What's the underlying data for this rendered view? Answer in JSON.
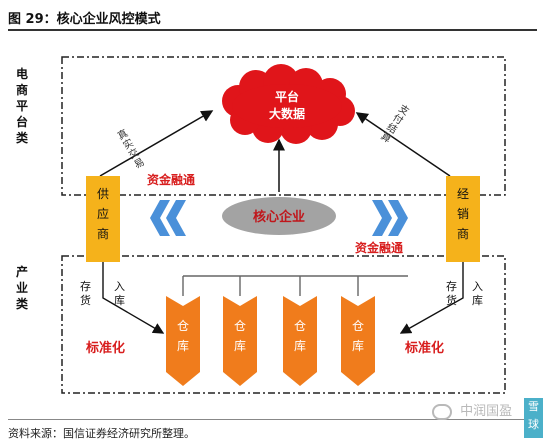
{
  "figure": {
    "title": "图 29：核心企业风控模式"
  },
  "sections": {
    "platform_label": "电\n商\n平\n台\n类",
    "industry_label": "产\n业\n类"
  },
  "cloud": {
    "line1": "平台",
    "line2": "大数据"
  },
  "core": {
    "label": "核心企业"
  },
  "supplier": {
    "label": "供\n应\n商"
  },
  "distributor": {
    "label": "经\n销\n商"
  },
  "flows": {
    "left_upload": "真\n实\n交\n易",
    "right_upload": "支\n付\n结\n算",
    "finance_top": "资金融通",
    "finance_bottom": "资金融通",
    "left_inventory": "存\n货",
    "left_inbound": "入\n库",
    "right_inventory": "存\n货",
    "right_inbound": "入\n库",
    "standardize_left": "标准化",
    "standardize_right": "标准化"
  },
  "warehouses": [
    {
      "label": "仓\n库"
    },
    {
      "label": "仓\n库"
    },
    {
      "label": "仓\n库"
    },
    {
      "label": "仓\n库"
    }
  ],
  "source": "资料来源：国信证券经济研究所整理。",
  "watermark": {
    "text": "中润国盈",
    "badge": "雪\n球"
  },
  "colors": {
    "cloud_red": "#e0151a",
    "text_red": "#d81e1e",
    "core_gray": "#a3a3a3",
    "chevron_blue": "#4a90d9",
    "box_yellow": "#f5b21b",
    "warehouse_orange": "#f07c1c",
    "dash": "#222222"
  }
}
